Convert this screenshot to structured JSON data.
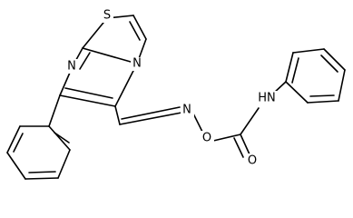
{
  "atoms": {
    "S": "S",
    "N_ring": "N",
    "N_fused": "N",
    "N_oxime": "N",
    "O_ester": "O",
    "O_carbonyl": "O",
    "NH": "HN"
  }
}
